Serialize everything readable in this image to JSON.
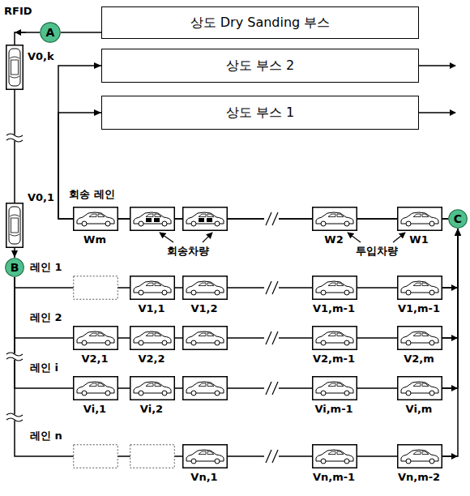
{
  "diagram": {
    "nodes": [
      {
        "text": [
          "상도 Dry Sanding 부스"
        ]
      },
      {
        "text": [
          "A"
        ]
      },
      {
        "text": [
          "상도 부스 2"
        ]
      },
      {
        "text": [
          "상도 부스 1"
        ]
      },
      {
        "text": [
          "C"
        ]
      },
      {
        "text": [
          "B"
        ]
      }
    ],
    "edges": [
      {
        "from": 0,
        "to": 1,
        "arrow": "none"
      },
      {
        "from": 1,
        "to": 5,
        "arrow": "to"
      },
      {
        "from": 4,
        "to": 2,
        "arrow": "to"
      },
      {
        "from": 4,
        "to": 3,
        "arrow": "to"
      },
      {
        "from": 5,
        "to": 4,
        "arrow": "to"
      },
      {
        "from": 5,
        "to": 4,
        "arrow": "to"
      },
      {
        "from": 5,
        "to": 4,
        "arrow": "to"
      },
      {
        "from": 5,
        "to": 4,
        "arrow": "to"
      }
    ],
    "labels": [
      "RFID",
      "V0,k",
      "회송 레인",
      "V0,1",
      "Wm",
      "회송차량",
      "W2",
      "투입차량",
      "W1",
      "레인 1",
      "V1,1",
      "V1,2",
      "V1,m-1",
      "V1,m-1",
      "레인 2",
      "V2,1",
      "V2,2",
      "V2,m-1",
      "V2,m",
      "레인 i",
      "Vi,1",
      "Vi,2",
      "Vi,m-1",
      "Vi,m",
      "레인 n",
      "Vn,1",
      "Vn,m-1",
      "Vn,m-2"
    ]
  }
}
